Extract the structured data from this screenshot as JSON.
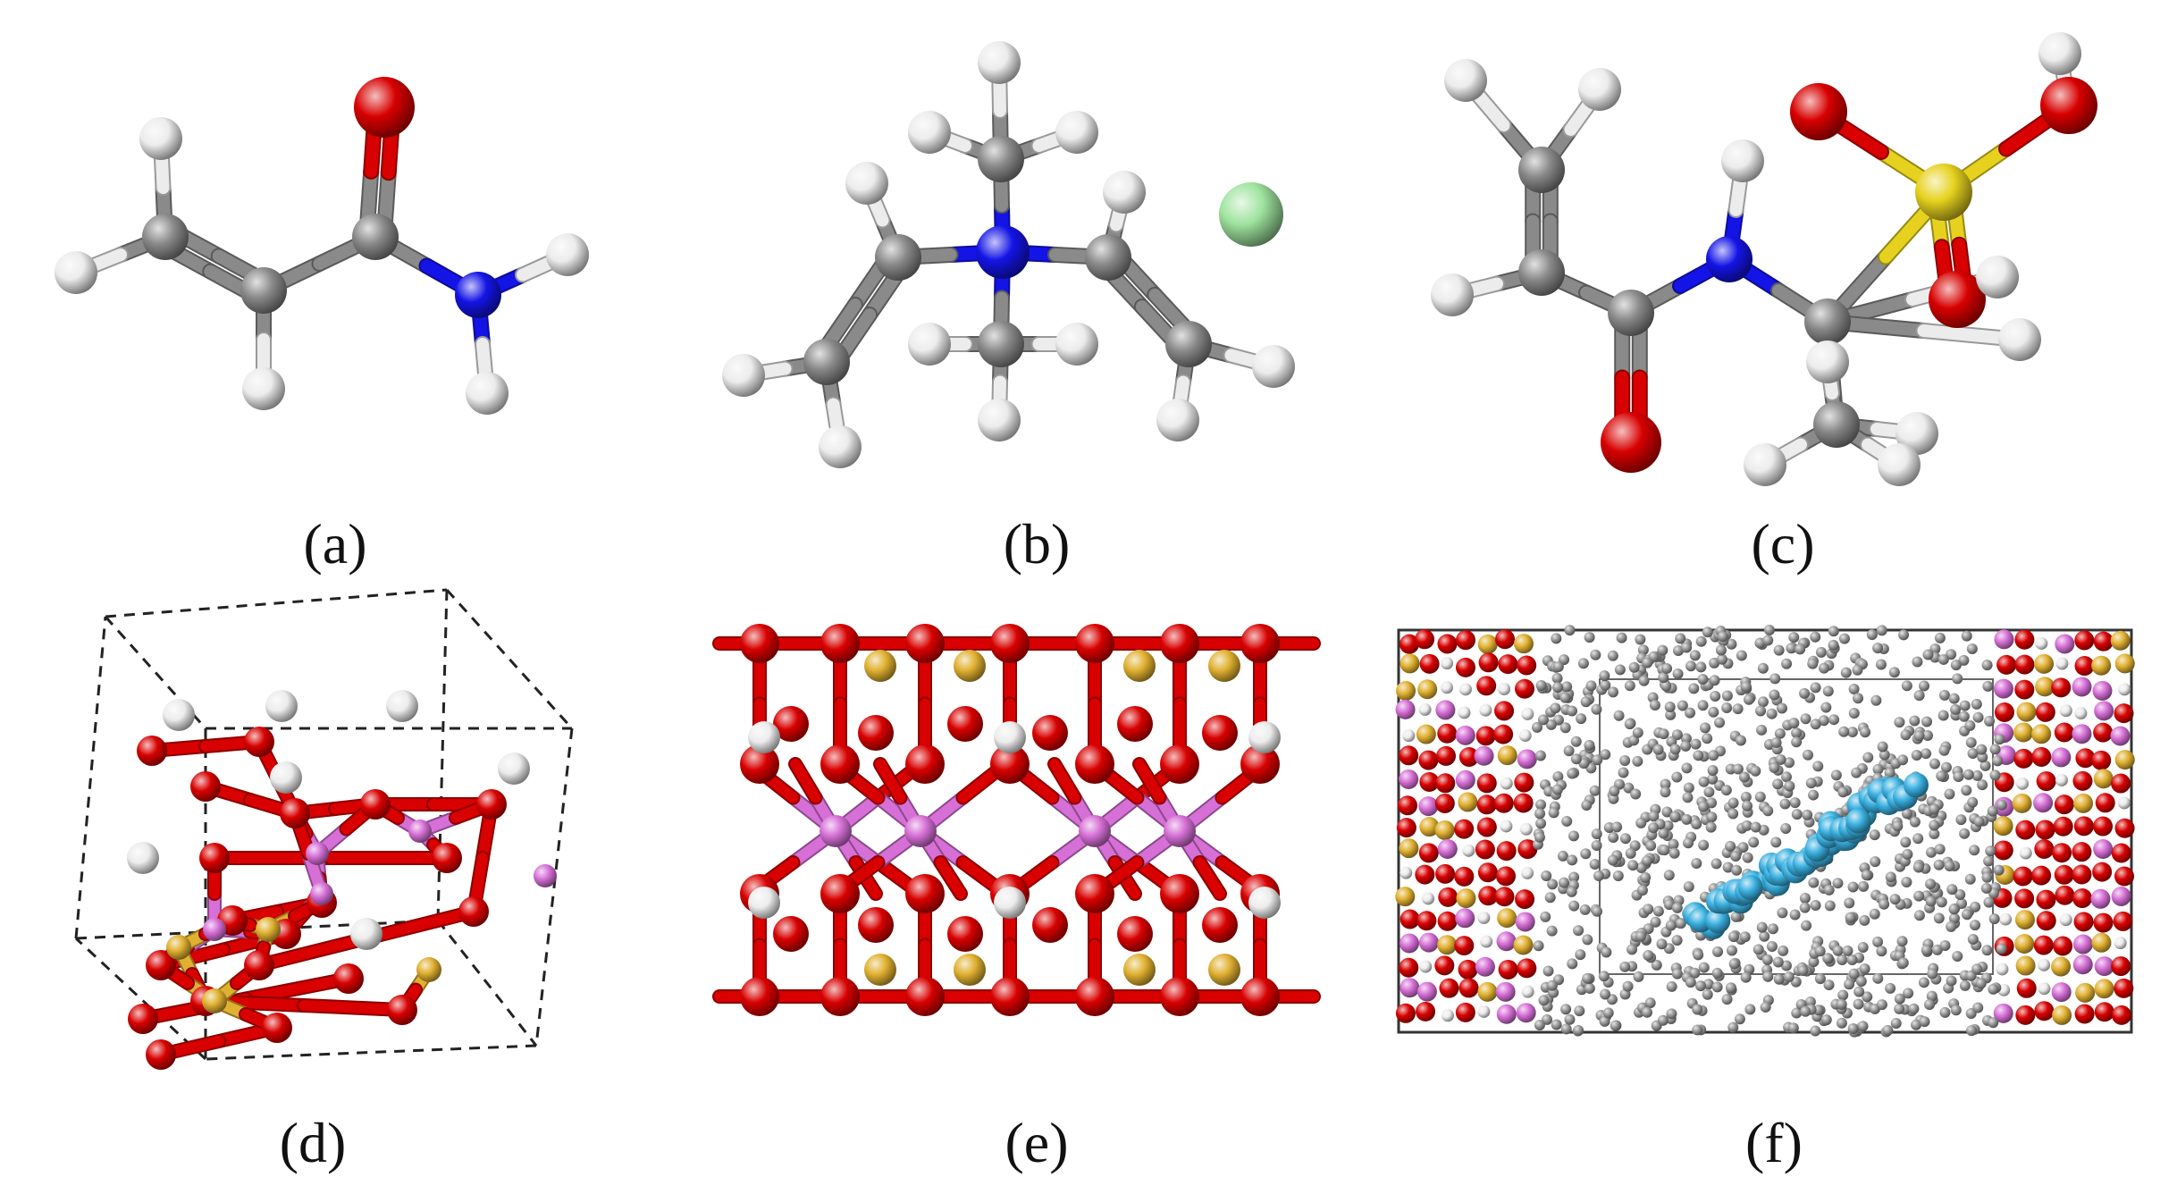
{
  "panels": [
    {
      "id": "a",
      "label": "(a)",
      "depicts": "molecule"
    },
    {
      "id": "b",
      "label": "(b)",
      "depicts": "molecule-with-ion"
    },
    {
      "id": "c",
      "label": "(c)",
      "depicts": "molecule"
    },
    {
      "id": "d",
      "label": "(d)",
      "depicts": "unit-cell"
    },
    {
      "id": "e",
      "label": "(e)",
      "depicts": "mineral-layer"
    },
    {
      "id": "f",
      "label": "(f)",
      "depicts": "simulation-box"
    }
  ],
  "colors": {
    "carbon": "#8a8a8a",
    "hydrogen": "#ececec",
    "oxygen": "#d80000",
    "nitrogen": "#1414e6",
    "sulfur": "#e6d21e",
    "chlorine": "#9ee39e",
    "aluminum": "#d66fd6",
    "silicon": "#e0b030",
    "polymer": "#3ab0e0",
    "water": "#9a9a9a"
  }
}
